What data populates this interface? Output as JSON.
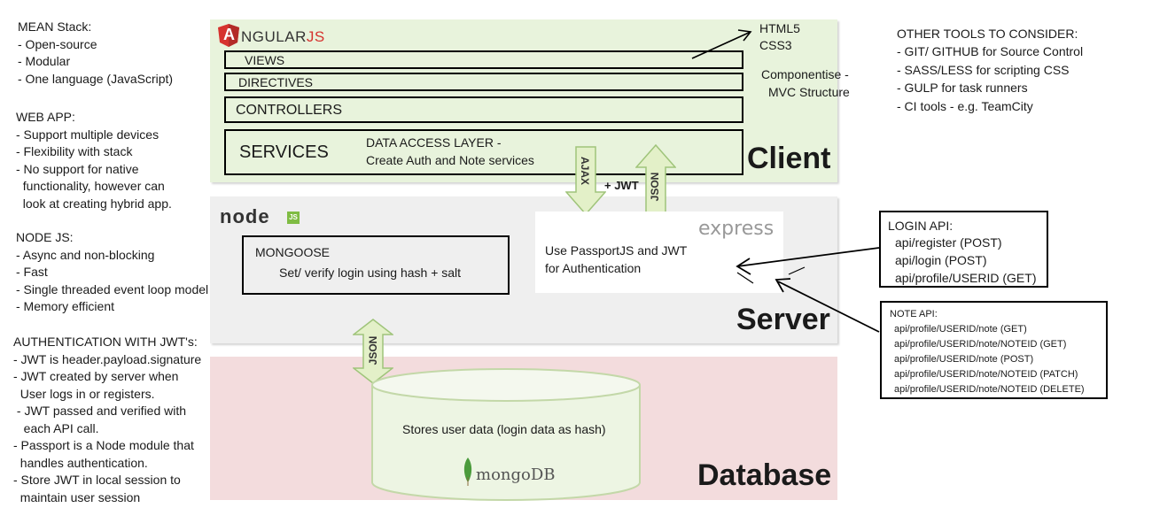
{
  "left_notes": {
    "mean": {
      "title": "MEAN Stack:",
      "items": [
        "- Open-source",
        "- Modular",
        "- One language (JavaScript)"
      ]
    },
    "webapp": {
      "title": "WEB APP:",
      "items": [
        "- Support multiple devices",
        "- Flexibility with stack",
        "- No support for native",
        "  functionality, however can",
        "  look at creating hybrid app."
      ]
    },
    "node": {
      "title": "NODE JS:",
      "items": [
        "- Async and non-blocking",
        "- Fast",
        "- Single threaded event loop model",
        "- Memory efficient"
      ]
    },
    "auth": {
      "title": "AUTHENTICATION WITH JWT's:",
      "items": [
        "- JWT is header.payload.signature",
        "- JWT created by server when",
        "  User logs in or registers.",
        " - JWT passed and verified with",
        "   each API call.",
        "- Passport is a Node module that",
        "  handles authentication.",
        "- Store JWT in local session to",
        "  maintain user session"
      ]
    }
  },
  "client": {
    "logo_letter": "A",
    "logo_text": "NGULAR",
    "logo_suffix": "JS",
    "views": "VIEWS",
    "directives": "DIRECTIVES",
    "controllers": "CONTROLLERS",
    "services": "SERVICES",
    "data_access_1": "DATA ACCESS LAYER -",
    "data_access_2": "Create Auth and Note services",
    "html5": "HTML5",
    "css3": "CSS3",
    "componentise_1": "Componentise -",
    "componentise_2": "MVC Structure",
    "label": "Client"
  },
  "arrows": {
    "ajax": "AJAX",
    "jwt": "+ JWT",
    "json_up": "JSON",
    "json_db": "JSON"
  },
  "server": {
    "node_logo": "node",
    "node_badge": "JS",
    "mongoose_title": "MONGOOSE",
    "mongoose_text": "Set/ verify login using hash + salt",
    "express": "express",
    "passport_1": "Use PassportJS and JWT",
    "passport_2": "for Authentication",
    "label": "Server"
  },
  "database": {
    "store_text": "Stores user data (login data as hash)",
    "mongo_logo": "mongoDB",
    "label": "Database"
  },
  "other_tools": {
    "title": "OTHER TOOLS TO CONSIDER:",
    "items": [
      "- GIT/ GITHUB for Source Control",
      "- SASS/LESS for scripting CSS",
      "- GULP for task runners",
      "- CI tools - e.g. TeamCity"
    ]
  },
  "login_api": {
    "title": "LOGIN API:",
    "items": [
      "api/register (POST)",
      "api/login (POST)",
      "api/profile/USERID (GET)"
    ]
  },
  "note_api": {
    "title": "NOTE API:",
    "items": [
      "api/profile/USERID/note (GET)",
      "api/profile/USERID/note/NOTEID (GET)",
      "api/profile/USERID/note (POST)",
      "api/profile/USERID/note/NOTEID (PATCH)",
      "api/profile/USERID/note/NOTEID (DELETE)"
    ]
  },
  "colors": {
    "client_band": "#e8f3dc",
    "server_band": "#efefef",
    "db_band": "#f3dcdd",
    "arrow_fill": "#e3f0c8",
    "arrow_stroke": "#9fc47a",
    "angular_red": "#d6322e",
    "node_green": "#7fbc43",
    "mongo_green": "#4b9b3c"
  }
}
